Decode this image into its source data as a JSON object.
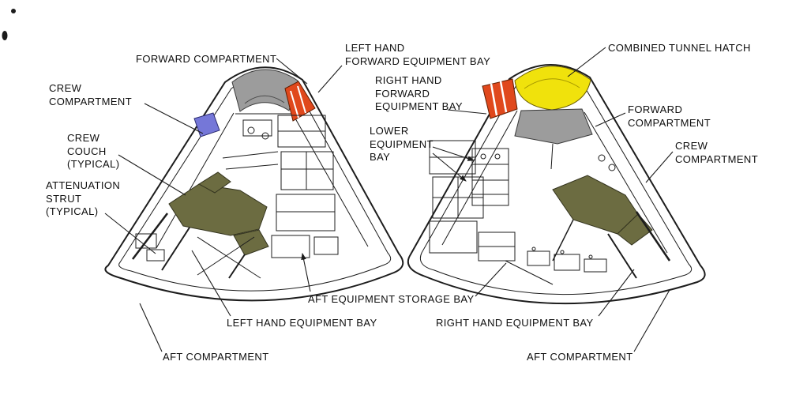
{
  "figure": {
    "labels": {
      "forward_compartment_left": {
        "text": "FORWARD COMPARTMENT"
      },
      "lh_forward_equipment_bay": {
        "text": "LEFT HAND\nFORWARD EQUIPMENT BAY"
      },
      "rh_forward_equipment_bay": {
        "text": "RIGHT HAND\nFORWARD\nEQUIPMENT BAY"
      },
      "lower_equipment_bay": {
        "text": "LOWER\nEQUIPMENT\nBAY"
      },
      "combined_tunnel_hatch": {
        "text": "COMBINED TUNNEL HATCH"
      },
      "forward_compartment_right": {
        "text": "FORWARD\nCOMPARTMENT"
      },
      "crew_compartment_right": {
        "text": "CREW\nCOMPARTMENT"
      },
      "crew_compartment_left": {
        "text": "CREW\nCOMPARTMENT"
      },
      "crew_couch": {
        "text": "CREW\nCOUCH\n(TYPICAL)"
      },
      "attenuation_strut": {
        "text": "ATTENUATION\nSTRUT\n(TYPICAL)"
      },
      "aft_equipment_storage_bay": {
        "text": "AFT EQUIPMENT STORAGE BAY"
      },
      "lh_equipment_bay": {
        "text": "LEFT HAND EQUIPMENT BAY"
      },
      "rh_equipment_bay": {
        "text": "RIGHT HAND EQUIPMENT BAY"
      },
      "aft_compartment_left": {
        "text": "AFT COMPARTMENT"
      },
      "aft_compartment_right": {
        "text": "AFT COMPARTMENT"
      }
    },
    "colors": {
      "ink": "#1c1c1c",
      "dome_gray": "#9c9c9c",
      "hatch_yellow": "#f0e20c",
      "bay_orange": "#e0481c",
      "window_blue": "#7577d8",
      "couch_olive": "#6c6c41"
    }
  }
}
